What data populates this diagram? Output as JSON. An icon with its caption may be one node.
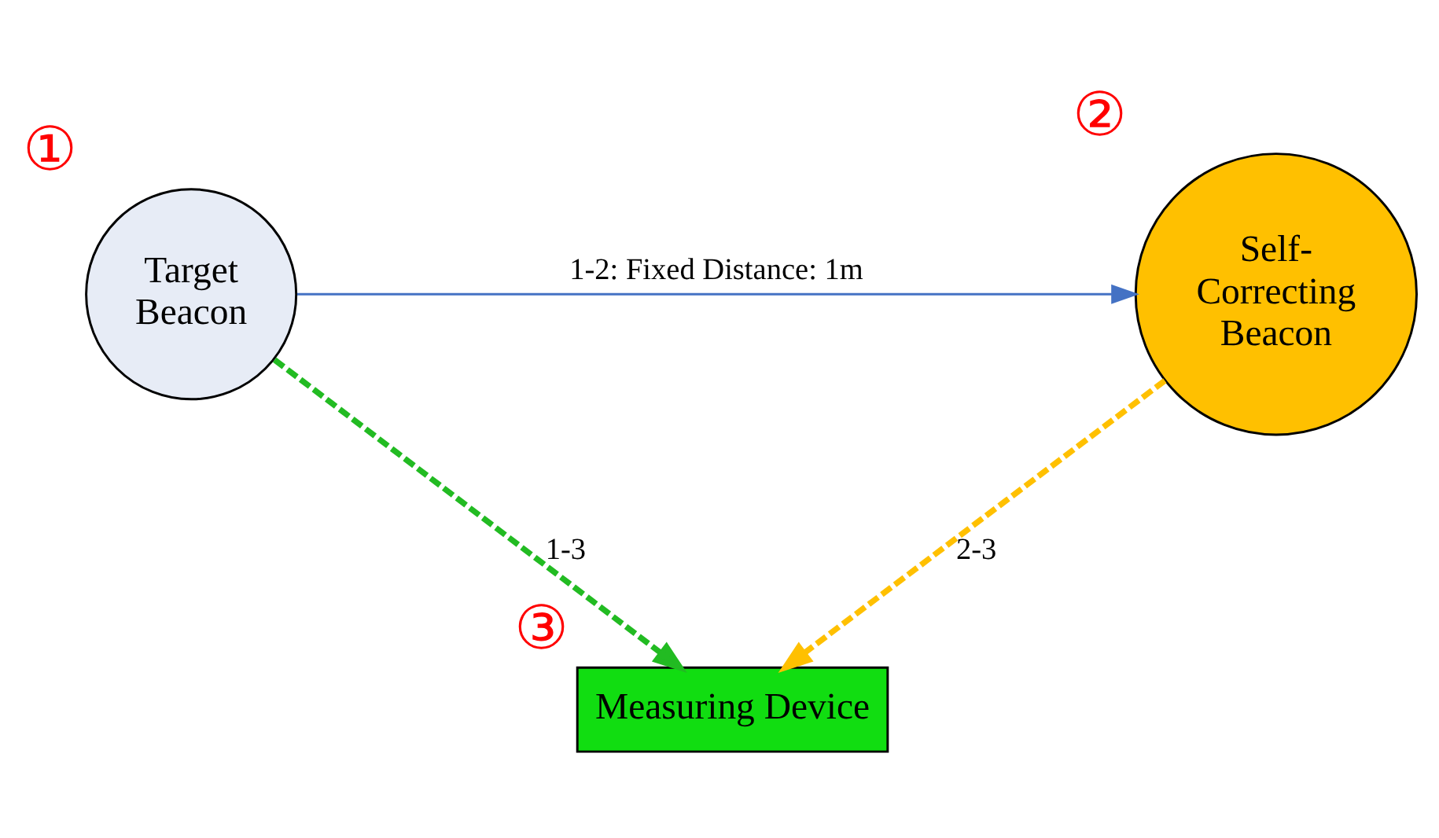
{
  "diagram": {
    "nodes": [
      {
        "text": [
          "Target Beacon"
        ],
        "beside": [
          "①"
        ]
      },
      {
        "text": [
          "Self-Correcting Beacon"
        ],
        "beside": [
          "②"
        ]
      },
      {
        "text": [
          "Measuring Device"
        ],
        "beside": [
          "③"
        ]
      }
    ],
    "edges": [
      {
        "from": 0,
        "to": 1,
        "arrow": "to",
        "label": "1-2: Fixed Distance: 1m",
        "color": "#4472c4"
      },
      {
        "from": 0,
        "to": 2,
        "arrow": "to",
        "label": "1-3",
        "style": "dashed",
        "color": "#22bb22"
      },
      {
        "from": 1,
        "to": 2,
        "arrow": "to",
        "label": "2-3",
        "style": "dashed",
        "color": "#ffc000"
      }
    ]
  }
}
